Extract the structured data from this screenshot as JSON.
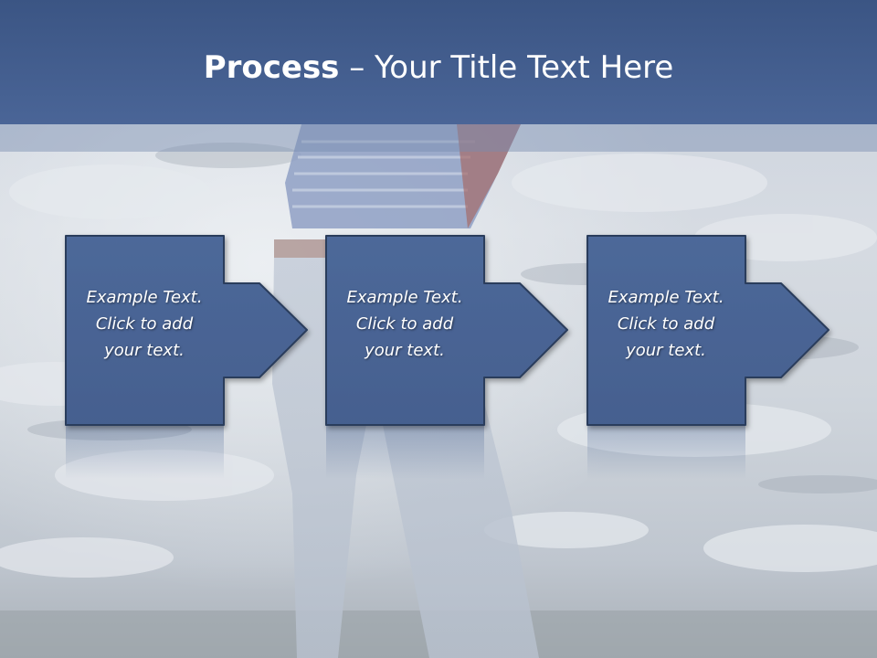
{
  "title": {
    "bold": "Process",
    "rest": " – Your Title Text Here"
  },
  "steps": [
    {
      "line1": "Example Text.",
      "line2": "Click  to add",
      "line3": "your text."
    },
    {
      "line1": "Example Text.",
      "line2": "Click  to add",
      "line3": "your text."
    },
    {
      "line1": "Example Text.",
      "line2": "Click  to add",
      "line3": "your text."
    }
  ],
  "colors": {
    "title_bar": "#3b5584",
    "box_fill": "#4a6594",
    "box_stroke": "#2a3c5c",
    "text": "#ffffff"
  }
}
